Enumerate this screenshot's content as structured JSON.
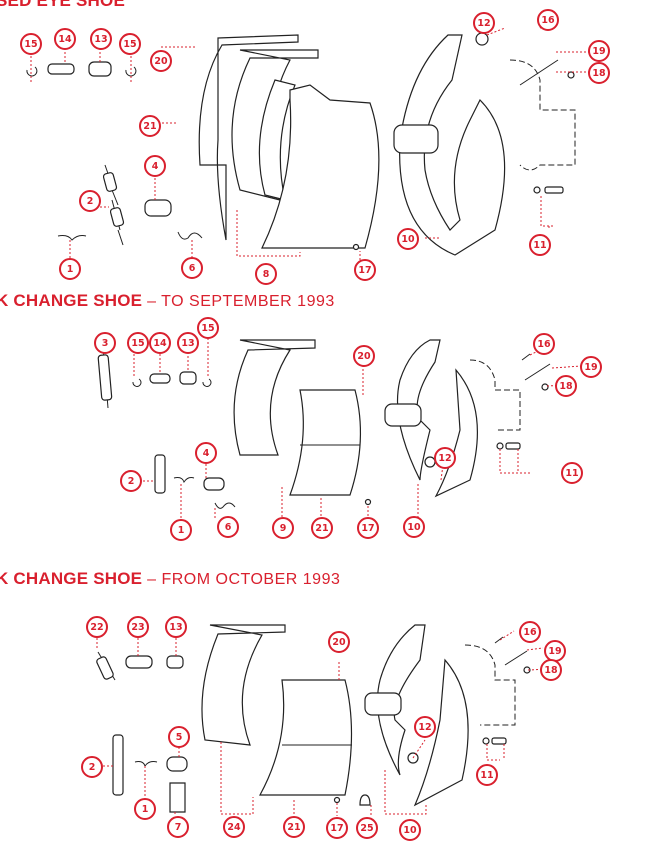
{
  "sections": [
    {
      "title": "SED EYE SHOE",
      "subtitle": ""
    },
    {
      "title": "K CHANGE SHOE",
      "subtitle": "– TO SEPTEMBER 1993"
    },
    {
      "title": "K CHANGE SHOE",
      "subtitle": "– FROM OCTOBER 1993"
    }
  ],
  "callouts": {
    "s1": [
      "15",
      "14",
      "13",
      "15",
      "20",
      "21",
      "2",
      "4",
      "1",
      "6",
      "8",
      "17",
      "12",
      "16",
      "19",
      "18",
      "10",
      "11"
    ],
    "s2": [
      "3",
      "15",
      "14",
      "13",
      "15",
      "20",
      "16",
      "19",
      "18",
      "12",
      "11",
      "4",
      "2",
      "1",
      "6",
      "9",
      "21",
      "17",
      "10"
    ],
    "s3": [
      "22",
      "23",
      "13",
      "20",
      "16",
      "19",
      "18",
      "12",
      "5",
      "2",
      "1",
      "7",
      "24",
      "21",
      "17",
      "25",
      "10",
      "11"
    ]
  },
  "colors": {
    "accent": "#d9202e",
    "line": "#222222"
  }
}
